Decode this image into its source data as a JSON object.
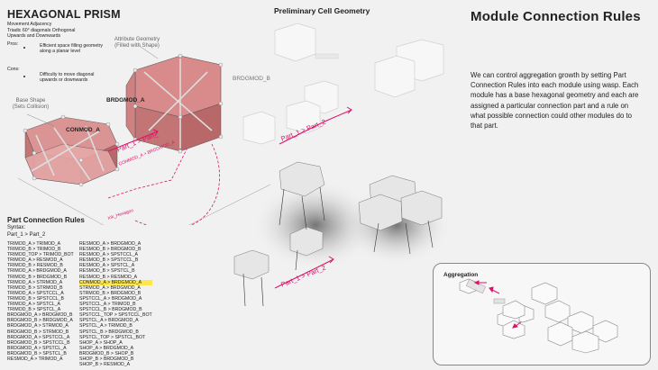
{
  "header": {
    "title": "HEXAGONAL PRISM",
    "subtitle_lines": [
      "Movement Adjacency",
      "Triadic 60° diagonals Orthogonal",
      "Upwards and Downwards"
    ]
  },
  "pros": {
    "label": "Pros:",
    "text": "Efficient space filling geometry along a planar level"
  },
  "cons": {
    "label": "Cons:",
    "text": "Difficulty to move diagonal upwards or downwards"
  },
  "callouts": {
    "base_shape": "Base Shape\n(Sets Collision)",
    "attribute_geometry": "Attribute Geometry\n(Filled with Shape)"
  },
  "module_labels": {
    "brdgmod_a": "BRDGMOD_A",
    "conmod_a": "CONMOD_A",
    "brdgmod_b": "BRDGMOD_B",
    "part_arrow": "Part_1 > Part_",
    "part_small": "CONMOD_A > BRDGMOD_A",
    "hexagon": "Ink_Hexagon"
  },
  "rules": {
    "title": "Part Connection Rules",
    "syntax_label": "Syntax:",
    "syntax": "Part_1 > Part_2",
    "col1": [
      "TRIMOD_A > TRIMOD_A",
      "TRIMOD_B > TRIMOD_B",
      "TRIMOD_TOP > TRIMOD_BOT",
      "TRIMOD_A > RESMOD_A",
      "TRIMOD_B > RESMOD_B",
      "TRIMOD_A > BRDGMOD_A",
      "TRIMOD_B > BRDGMOD_B",
      "TRIMOD_A > STRMOD_A",
      "TRIMOD_B > STRMOD_B",
      "TRIMOD_A > SPSTCCL_A",
      "TRIMOD_B > SPSTCCL_B",
      "TRIMOD_A > SPSTCL_A",
      "TRIMOD_B > SPSTCL_A",
      "BRDGMOD_A > BRDGMOD_B",
      "BRDGMOD_B > BRDGMOD_A",
      "BRDGMOD_A > STRMOD_A",
      "BRDGMOD_B > STRMOD_B",
      "BRDGMOD_A > SPSTCCL_A",
      "BRDGMOD_B > SPSTCCL_B",
      "BRDGMOD_A > SPSTCL_A",
      "BRDGMOD_B > SPSTCL_B",
      "RESMOD_A > TRIMOD_A"
    ],
    "col2": [
      "RESMOD_A > BRDGMOD_A",
      "RESMOD_B > BRDGMOD_B",
      "RESMOD_A > SPSTCCL_A",
      "RESMOD_B > SPSTCCL_B",
      "RESMOD_A > SPSTCL_A",
      "RESMOD_B > SPSTCL_B",
      "RESMOD_B > RESMOD_A",
      "CONMOD_A > BRDGMOD_A",
      "STRMOD_A > BRDGMOD_A",
      "STRMOD_B > BRDGMOD_B",
      "SPSTCCL_A > BRDGMOD_A",
      "SPSTCCL_A > TRIMOD_B",
      "SPSTCCL_B > BRDGMOD_B",
      "SPSTCCL_TOP > SPSTCCL_BOT",
      "SPSTCL_A > BRDGMOD_A",
      "SPSTCL_A > TRIMOD_B",
      "SPSTCL_B > BRDGMOD_B",
      "SPSTCL_TOP > SPSTCL_BOT",
      "SHOP_A > SHOP_A",
      "SHOP_A > BRDGMOD_A",
      "BRDGMOD_B > SHOP_B",
      "SHOP_B > BRDGMOD_B",
      "SHOP_B > RESMOD_A"
    ],
    "highlighted_index_col2": 7
  },
  "center": {
    "title": "Preliminary Cell Geometry",
    "part_label_top": "Part_1 > Part_2",
    "part_label_bottom": "Part_1 > Part_2"
  },
  "right": {
    "title": "Module Connection Rules",
    "description": "We can control aggregation growth by setting Part Connection Rules into each module using wasp.  Each module has a base hexagonal geometry and each are assigned a particular connection part and a rule on what possible connection could other modules do to that part."
  },
  "aggregation": {
    "title": "Aggregation"
  },
  "colors": {
    "accent_pink": "#e0106a",
    "module_fill": "#d98a8a",
    "highlight": "#ffe74a"
  }
}
